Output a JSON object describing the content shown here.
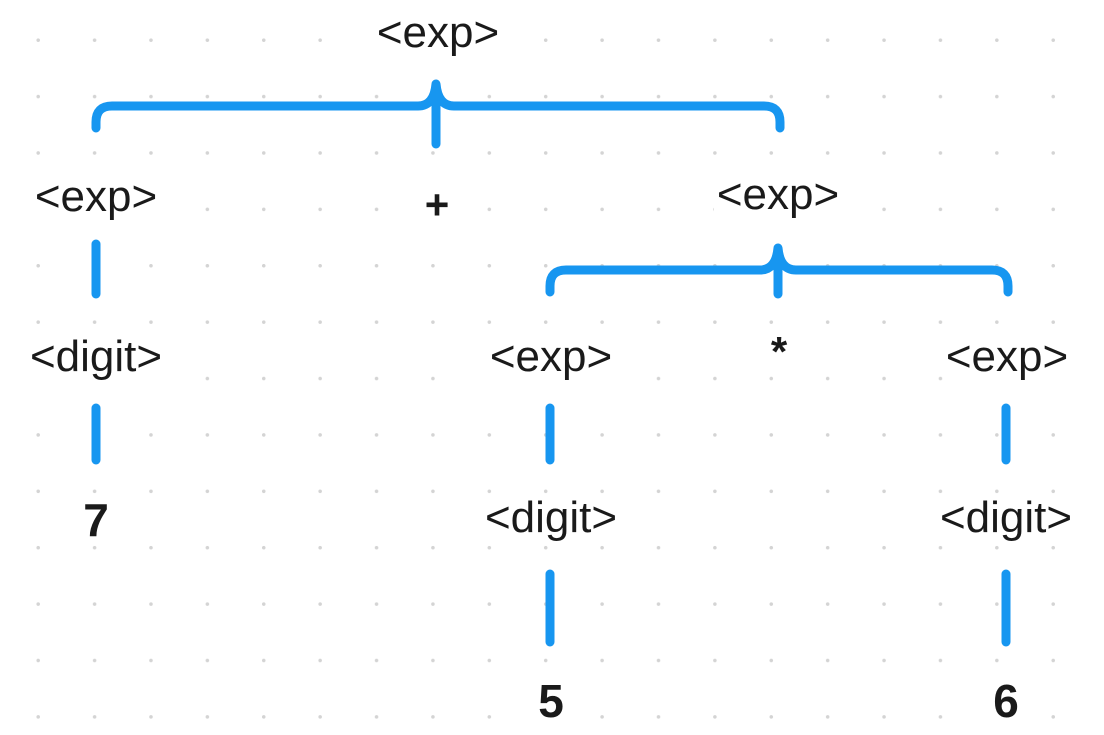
{
  "tree": {
    "root": {
      "label": "<exp>"
    },
    "left_exp": {
      "label": "<exp>"
    },
    "plus": {
      "label": "+"
    },
    "right_exp": {
      "label": "<exp>"
    },
    "left_digit": {
      "label": "<digit>"
    },
    "seven": {
      "label": "7"
    },
    "mul_left_exp": {
      "label": "<exp>"
    },
    "times": {
      "label": "*"
    },
    "mul_right_exp": {
      "label": "<exp>"
    },
    "mul_left_digit": {
      "label": "<digit>"
    },
    "mul_right_digit": {
      "label": "<digit>"
    },
    "five": {
      "label": "5"
    },
    "six": {
      "label": "6"
    }
  },
  "colors": {
    "edge": "#1796f0",
    "text": "#1a1a1a",
    "grid_dot": "#d4d4d4"
  }
}
